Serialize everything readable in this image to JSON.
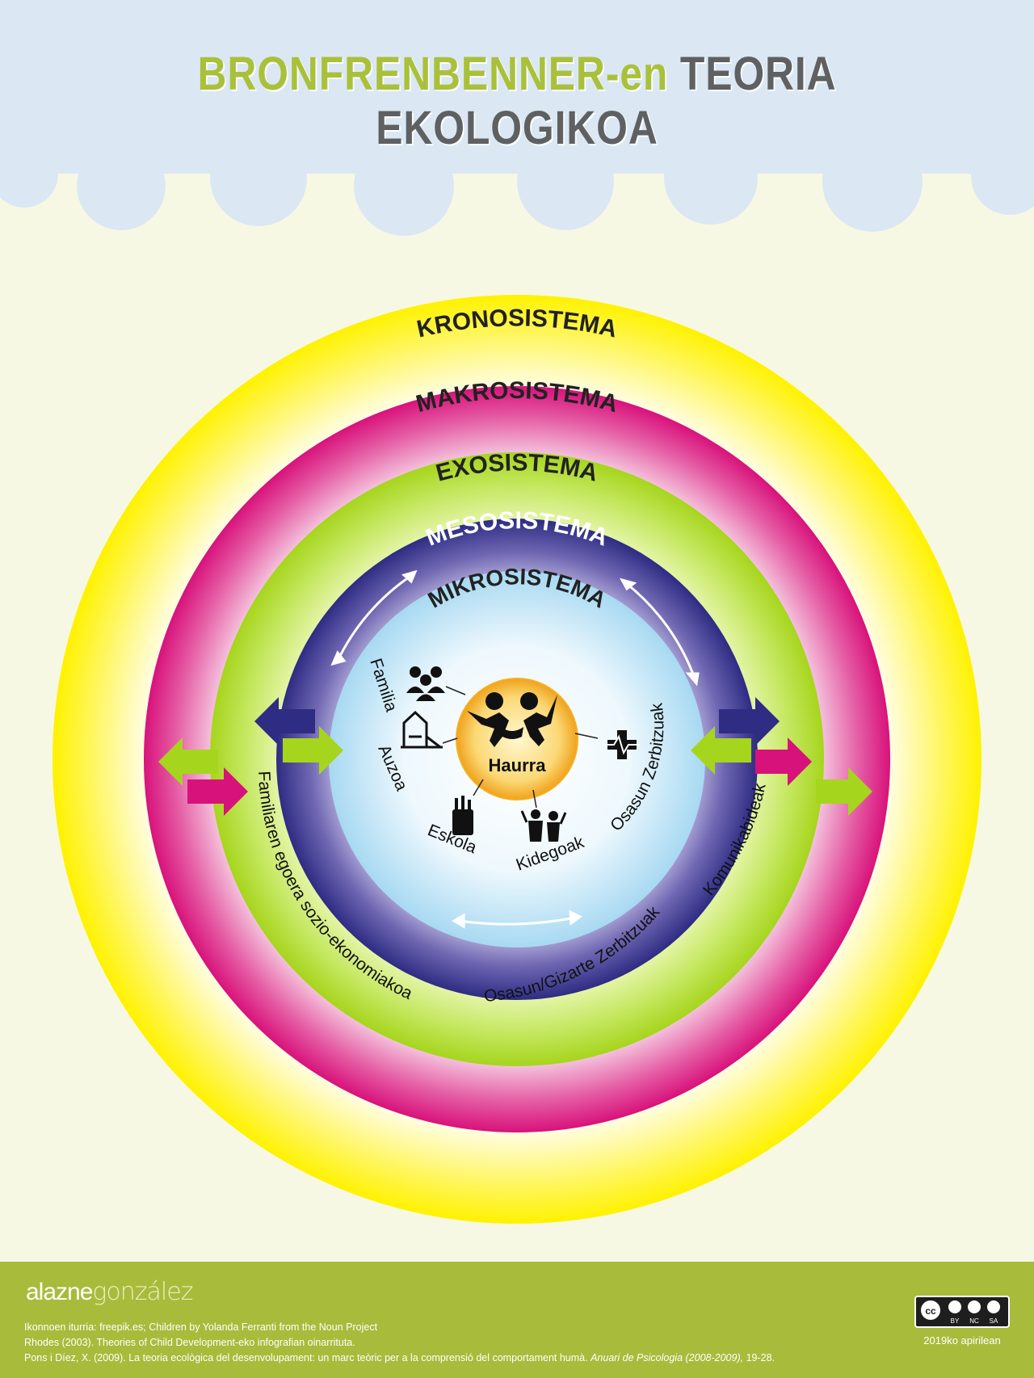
{
  "title": {
    "part1": "BRONFRENBENNER-en",
    "part2": "TEORIA EKOLOGIKOA"
  },
  "rings": {
    "krono": "KRONOSISTEMA",
    "makro": "MAKROSISTEMA",
    "exo": "EXOSISTEMA",
    "meso": "MESOSISTEMA",
    "mikro": "MIKROSISTEMA"
  },
  "center": {
    "label": "Haurra"
  },
  "mikro_items": [
    "Familia",
    "Auzoa",
    "Eskola",
    "Kidegoak",
    "Osasun Zerbitzuak"
  ],
  "exo_items": [
    "Familiaren egoera sozio-ekonomiakoa",
    "Osasun/Gizarte Zerbitzuak",
    "Komunikabideak"
  ],
  "icons": [
    "family-icon",
    "playground-icon",
    "school-supplies-icon",
    "kids-icon",
    "health-icon",
    "children-icon"
  ],
  "colors": {
    "krono": "#fff200",
    "makro": "#d8127b",
    "exo": "#a6d51d",
    "meso": "#2e2c83",
    "mikro": "#bfe3f7",
    "center": "#f6b020"
  },
  "footer": {
    "brand1": "alazne",
    "brand2": "gonzález",
    "credit1": "Ikonnoen iturria: freepik.es; Children by Yolanda Ferranti from the Noun Project",
    "credit2": "Rhodes (2003). Theories of Child Development-eko infografian oinarrituta.",
    "credit3_a": "Pons i Díez, X. (2009). La teoria ecològica del desenvolupament: un marc teòric per a la comprensió del comportament humà.",
    "credit3_b": "Anuari de Psicologia (2008-2009),",
    "credit3_c": "19-28.",
    "license": [
      "BY",
      "NC",
      "SA"
    ],
    "date": "2019ko apirilean"
  }
}
